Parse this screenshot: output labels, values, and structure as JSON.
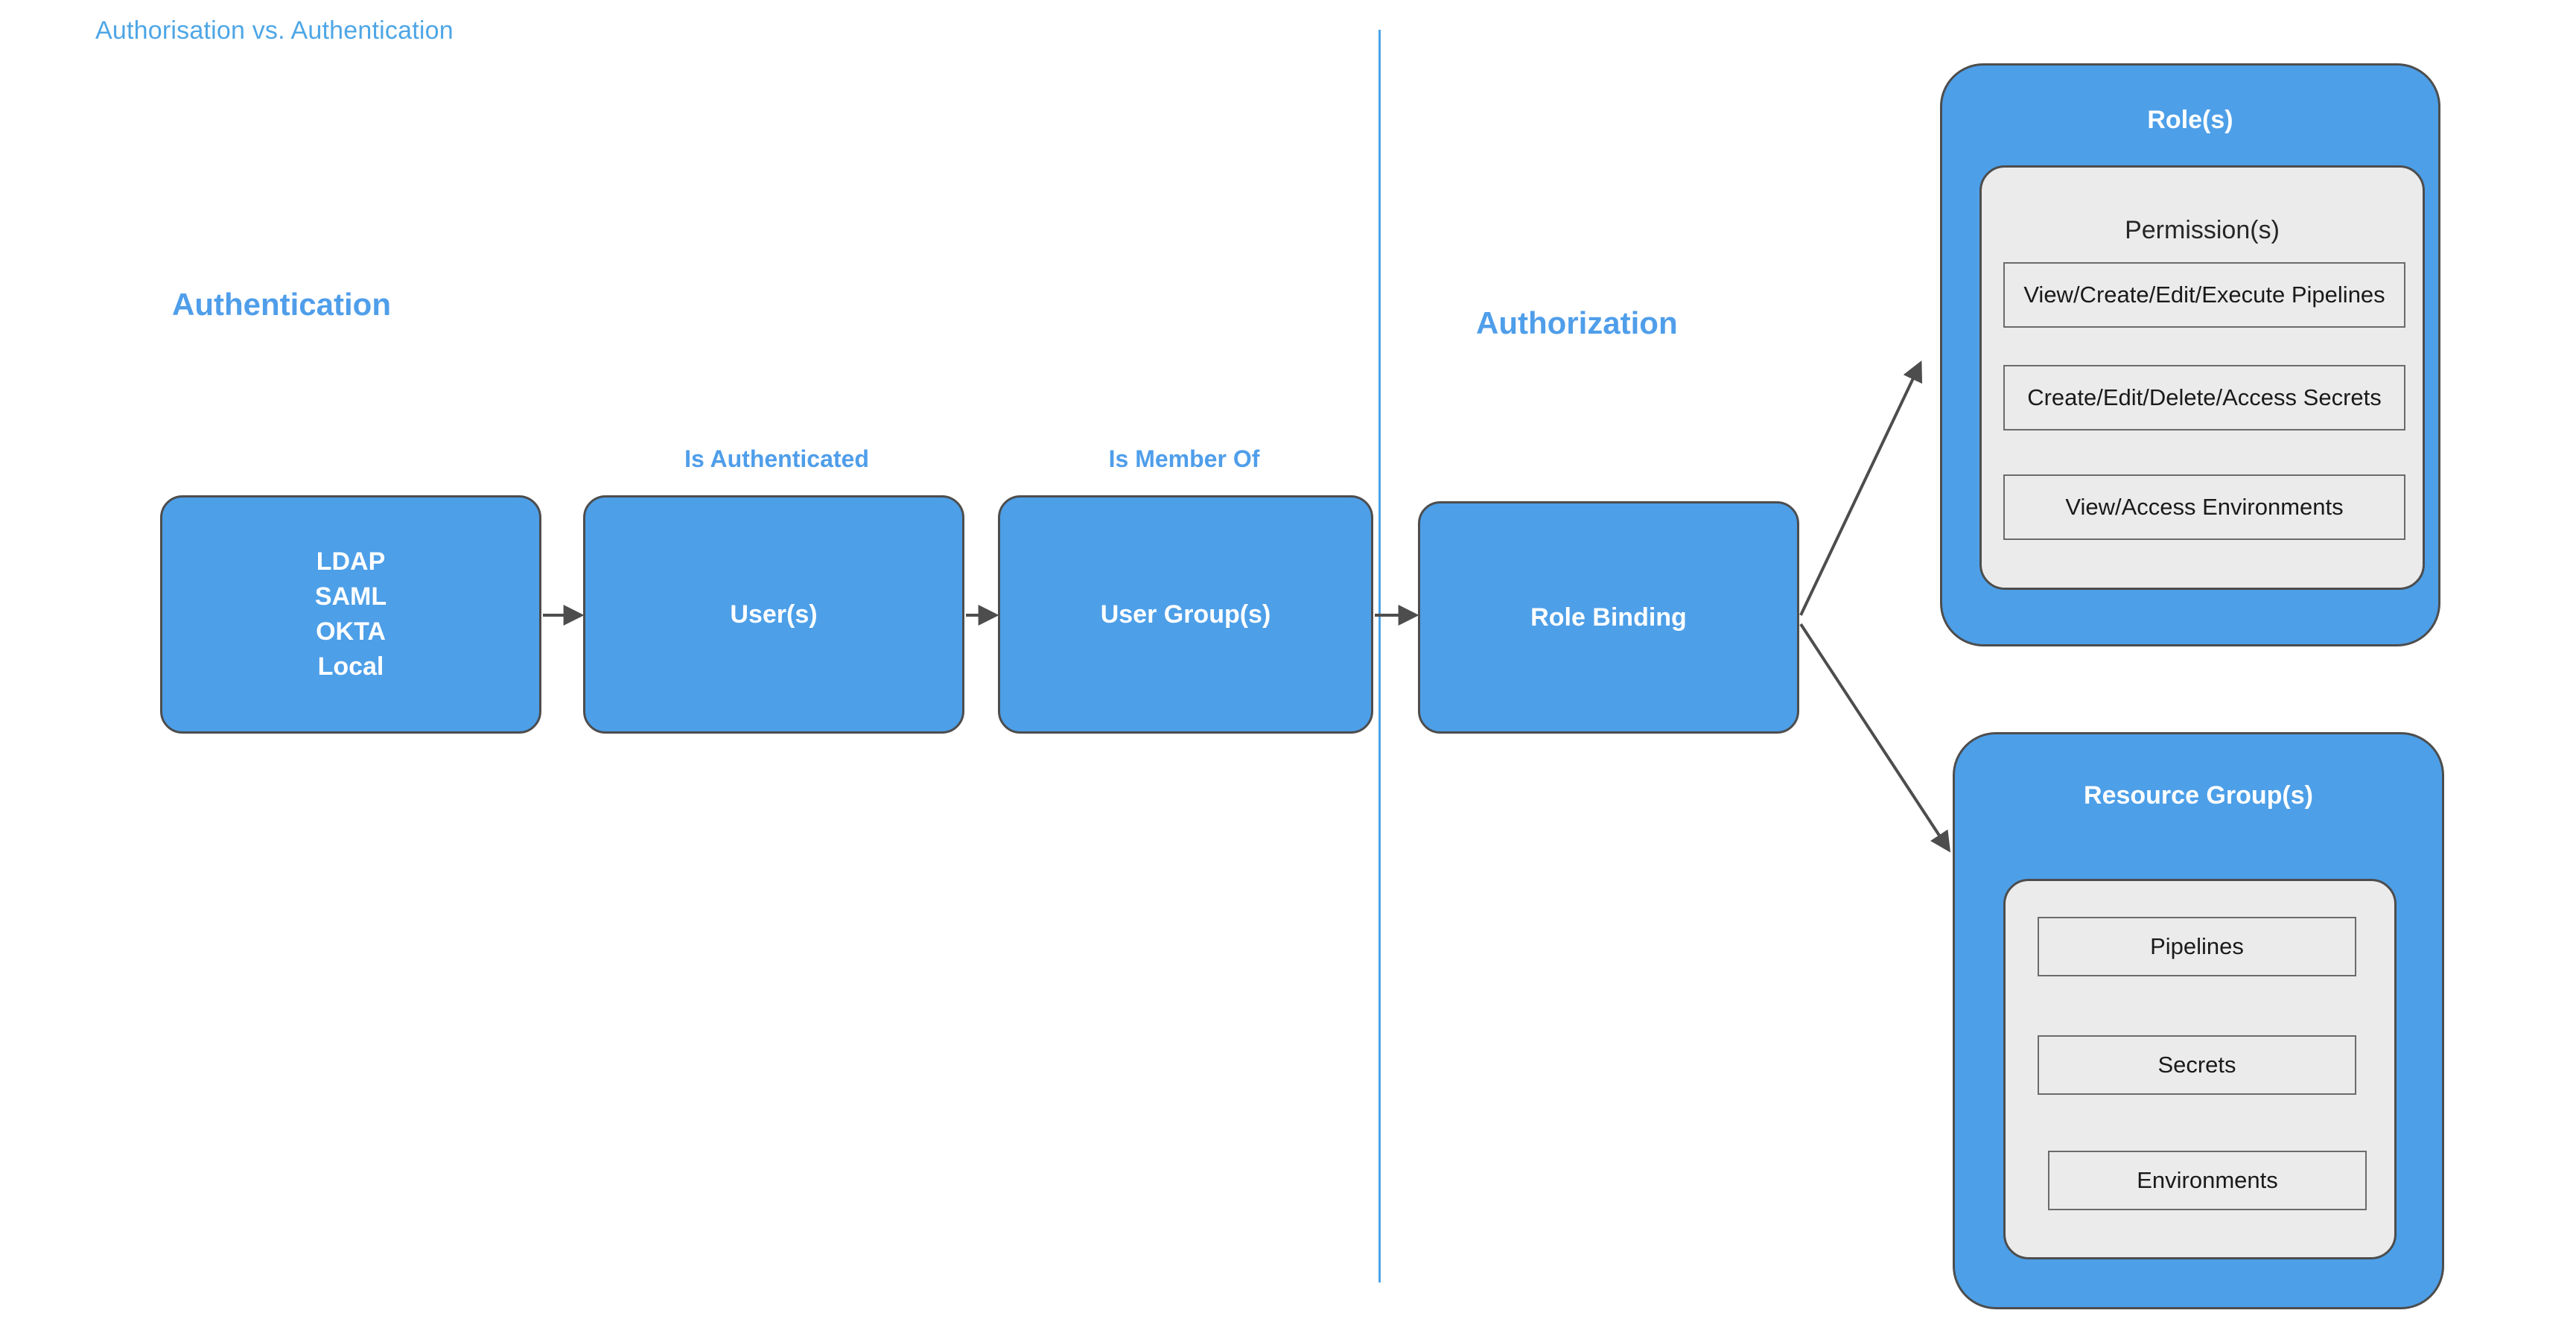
{
  "diagram": {
    "title": "Authorisation vs. Authentication",
    "accent_blue": "#4f9eea",
    "title_blue": "#4ea6e6",
    "box_fill": "#4d9fe8",
    "box_border": "#4d4d4d",
    "panel_fill": "#ebebeb",
    "arrow_color": "#4d4d4d",
    "divider_color": "#4da4e8"
  },
  "sections": {
    "authentication_heading": "Authentication",
    "authorization_heading": "Authorization"
  },
  "edge_labels": {
    "is_authenticated": "Is Authenticated",
    "is_member_of": "Is Member Of"
  },
  "flow": {
    "identity_providers": [
      "LDAP",
      "SAML",
      "OKTA",
      "Local"
    ],
    "users": "User(s)",
    "user_groups": "User Group(s)",
    "role_binding": "Role Binding"
  },
  "roles_card": {
    "title": "Role(s)",
    "panel_title": "Permission(s)",
    "permissions": [
      "View/Create/Edit/Execute Pipelines",
      "Create/Edit/Delete/Access Secrets",
      "View/Access Environments"
    ]
  },
  "resource_group_card": {
    "title": "Resource Group(s)",
    "resources": [
      "Pipelines",
      "Secrets",
      "Environments"
    ]
  }
}
